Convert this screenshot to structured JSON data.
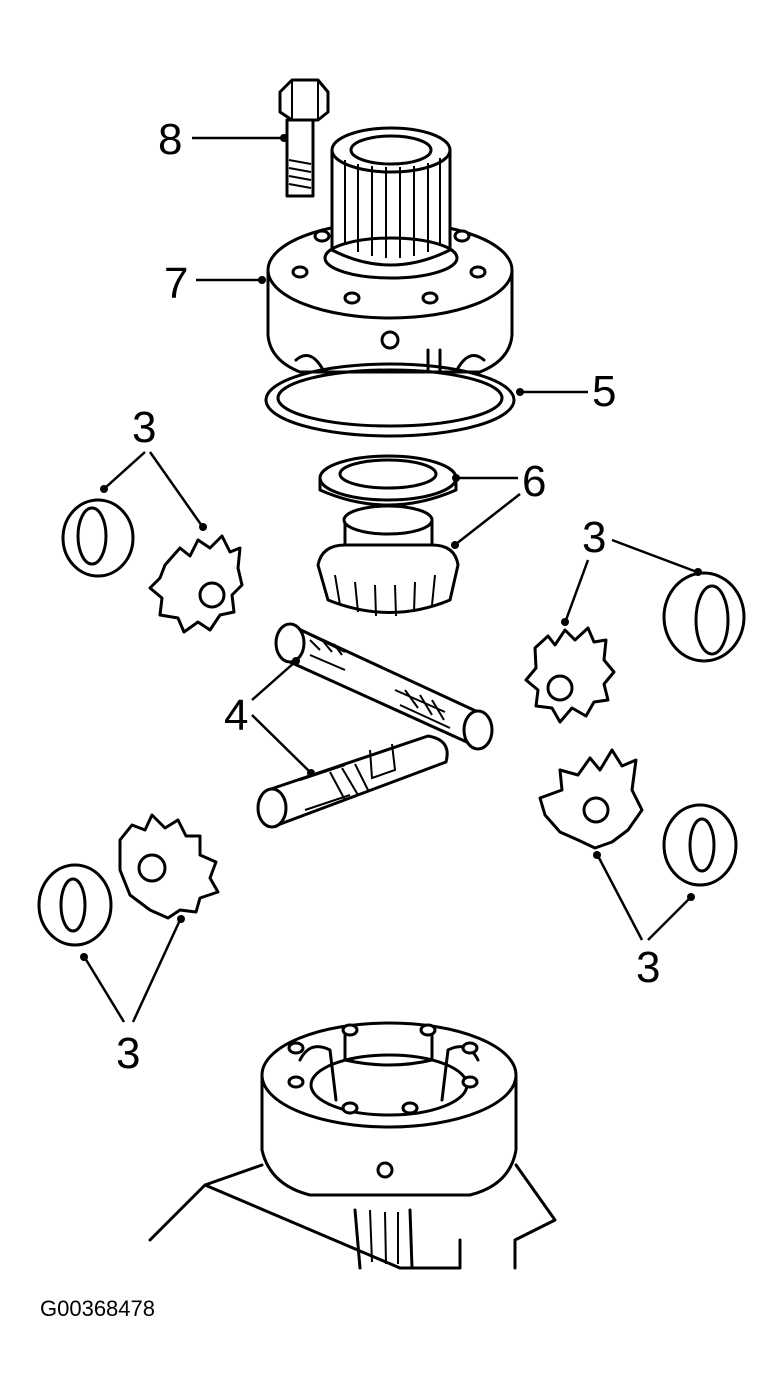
{
  "callouts": {
    "bolt": "8",
    "cover": "7",
    "shim_ring": "5",
    "side_gear_washer": "6",
    "shafts": "4",
    "pinion_washer_upper_left": "3",
    "pinion_washer_upper_right": "3",
    "pinion_washer_lower_left": "3",
    "pinion_washer_lower_right": "3"
  },
  "figure_code": "G00368478"
}
